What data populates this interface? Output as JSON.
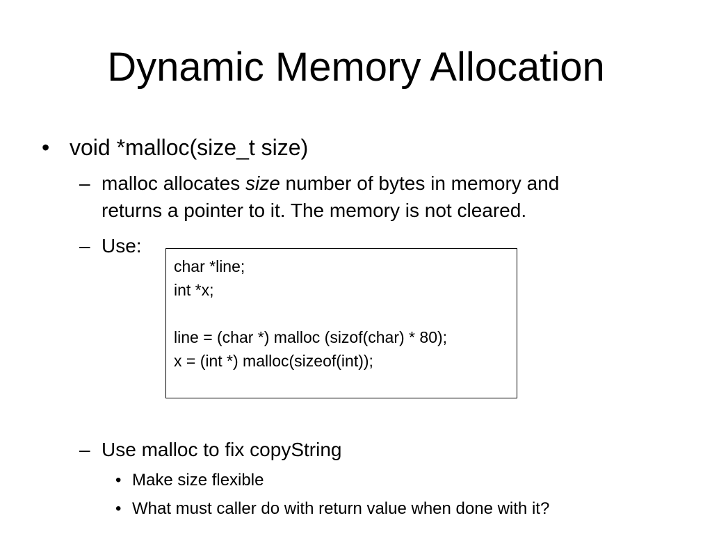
{
  "slide": {
    "title": "Dynamic Memory Allocation",
    "bullet_char": "•",
    "dash_char": "–",
    "level1": "void *malloc(size_t size)",
    "desc_before": "malloc allocates ",
    "desc_italic": "size",
    "desc_after": " number of bytes in memory and",
    "desc_line2": "returns a pointer to it.  The memory is not cleared.",
    "use_label": "Use:",
    "code_lines": [
      "char *line;",
      "int *x;",
      "",
      "line = (char *) malloc (sizof(char) * 80);",
      "x = (int *) malloc(sizeof(int));"
    ],
    "fix_item": "Use malloc to fix copyString",
    "sub_items": [
      "Make size flexible",
      "What must caller do with return value when done with it?"
    ]
  }
}
